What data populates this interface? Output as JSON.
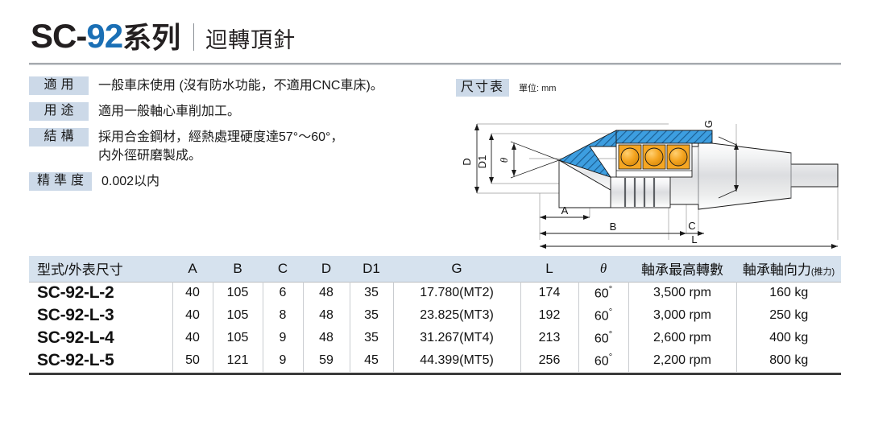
{
  "header": {
    "code_prefix": "SC-",
    "code_number": "92",
    "code_series": "系列",
    "subtitle": "迴轉頂針"
  },
  "specs": [
    {
      "label": "適用",
      "text": "一般車床使用 (沒有防水功能，不適用CNC車床)。",
      "text2": ""
    },
    {
      "label": "用途",
      "text": "適用一般軸心車削加工。",
      "text2": ""
    },
    {
      "label": "結構",
      "text": "採用合金鋼材，經熱處理硬度達57°～60°，",
      "text2": "内外徑研磨製成。"
    },
    {
      "label": "精準度",
      "text": "0.002以内",
      "text2": ""
    }
  ],
  "drawing": {
    "badge": "尺寸表",
    "unit": "單位: mm",
    "labels": {
      "d": "D",
      "d1": "D1",
      "theta": "θ",
      "a": "A",
      "b": "B",
      "c": "C",
      "l": "L",
      "g": "G"
    },
    "colors": {
      "hatch_blue": "#3d9ee0",
      "bearing_orange": "#f5a623",
      "body_gray": "#e8e9ea",
      "line": "#1a1a1a"
    }
  },
  "table": {
    "headers": [
      "型式/外表尺寸",
      "A",
      "B",
      "C",
      "D",
      "D1",
      "G",
      "L",
      "θ",
      "軸承最高轉數",
      "軸承軸向力"
    ],
    "header_axial_note": "(推力)",
    "rows": [
      {
        "model": "SC-92-L-2",
        "a": "40",
        "b": "105",
        "c": "6",
        "d": "48",
        "d1": "35",
        "g": "17.780(MT2)",
        "l": "174",
        "theta": "60",
        "rpm": "3,500 rpm",
        "force": "160 kg"
      },
      {
        "model": "SC-92-L-3",
        "a": "40",
        "b": "105",
        "c": "8",
        "d": "48",
        "d1": "35",
        "g": "23.825(MT3)",
        "l": "192",
        "theta": "60",
        "rpm": "3,000 rpm",
        "force": "250 kg"
      },
      {
        "model": "SC-92-L-4",
        "a": "40",
        "b": "105",
        "c": "9",
        "d": "48",
        "d1": "35",
        "g": "31.267(MT4)",
        "l": "213",
        "theta": "60",
        "rpm": "2,600 rpm",
        "force": "400 kg"
      },
      {
        "model": "SC-92-L-5",
        "a": "50",
        "b": "121",
        "c": "9",
        "d": "59",
        "d1": "45",
        "g": "44.399(MT5)",
        "l": "256",
        "theta": "60",
        "rpm": "2,200 rpm",
        "force": "800 kg"
      }
    ],
    "degree_symbol": "°"
  }
}
